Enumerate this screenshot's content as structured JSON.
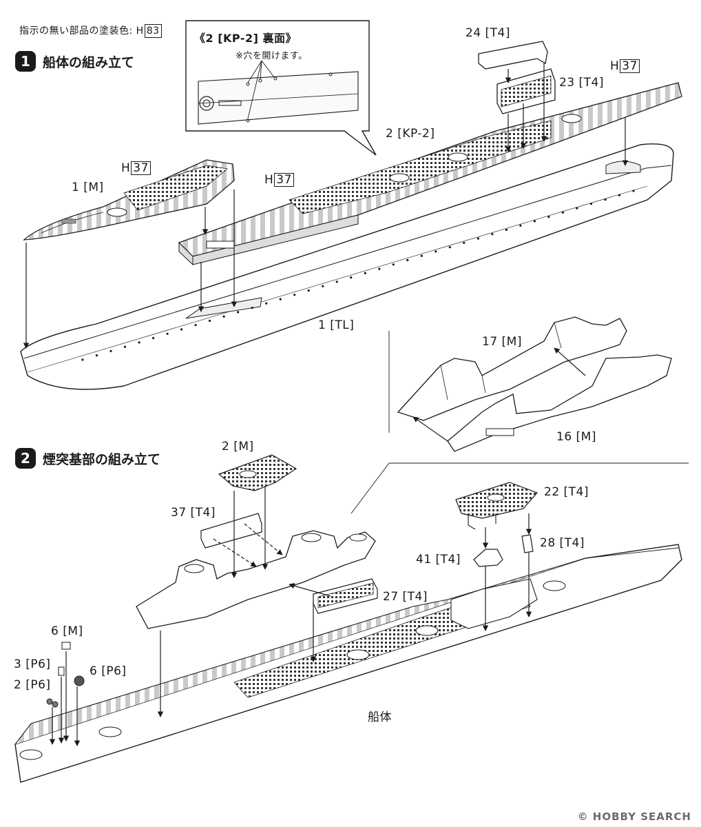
{
  "header": {
    "paint_note_prefix": "指示の無い部品の塗装色: H",
    "paint_note_code": "83"
  },
  "steps": [
    {
      "number": "1",
      "title": "船体の組み立て"
    },
    {
      "number": "2",
      "title": "煙突基部の組み立て"
    }
  ],
  "inset": {
    "title": "《2 [KP-2] 裏面》",
    "note": "※穴を開けます。"
  },
  "step1_labels": {
    "part_24_t4": "24 [T4]",
    "part_23_t4": "23 [T4]",
    "part_2_kp2": "2 [KP-2]",
    "part_1_m": "1 [M]",
    "part_1_tl": "1 [TL]",
    "paint_h37_prefix": "H",
    "paint_h37_code": "37"
  },
  "sub_labels": {
    "part_17_m": "17 [M]",
    "part_16_m": "16 [M]"
  },
  "step2_labels": {
    "part_2_m": "2 [M]",
    "part_37_t4": "37 [T4]",
    "part_22_t4": "22 [T4]",
    "part_41_t4": "41 [T4]",
    "part_28_t4": "28 [T4]",
    "part_27_t4": "27 [T4]",
    "part_6_m": "6 [M]",
    "part_3_p6": "3 [P6]",
    "part_2_p6": "2 [P6]",
    "part_6_p6": "6 [P6]",
    "hull": "船体"
  },
  "watermark": "© HOBBY SEARCH"
}
